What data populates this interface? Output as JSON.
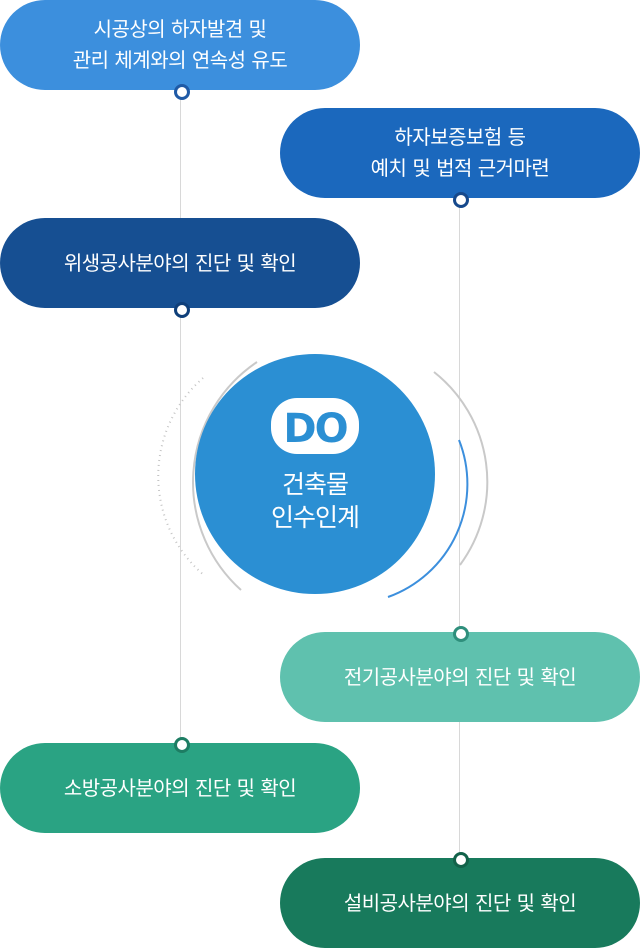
{
  "center": {
    "logo_text": "DO",
    "label": "건축물\n인수인계"
  },
  "items": [
    {
      "label": "시공상의 하자발견 및\n관리 체계와의 연속성 유도",
      "color": "#3c8fdd"
    },
    {
      "label": "하자보증보험 등\n예치 및 법적 근거마련",
      "color": "#1b68bd"
    },
    {
      "label": "위생공사분야의 진단 및 확인",
      "color": "#164f92"
    },
    {
      "label": "전기공사분야의 진단 및 확인",
      "color": "#5fc1ae"
    },
    {
      "label": "소방공사분야의 진단 및 확인",
      "color": "#2aa383"
    },
    {
      "label": "설비공사분야의 진단 및 확인",
      "color": "#187a5c"
    }
  ]
}
